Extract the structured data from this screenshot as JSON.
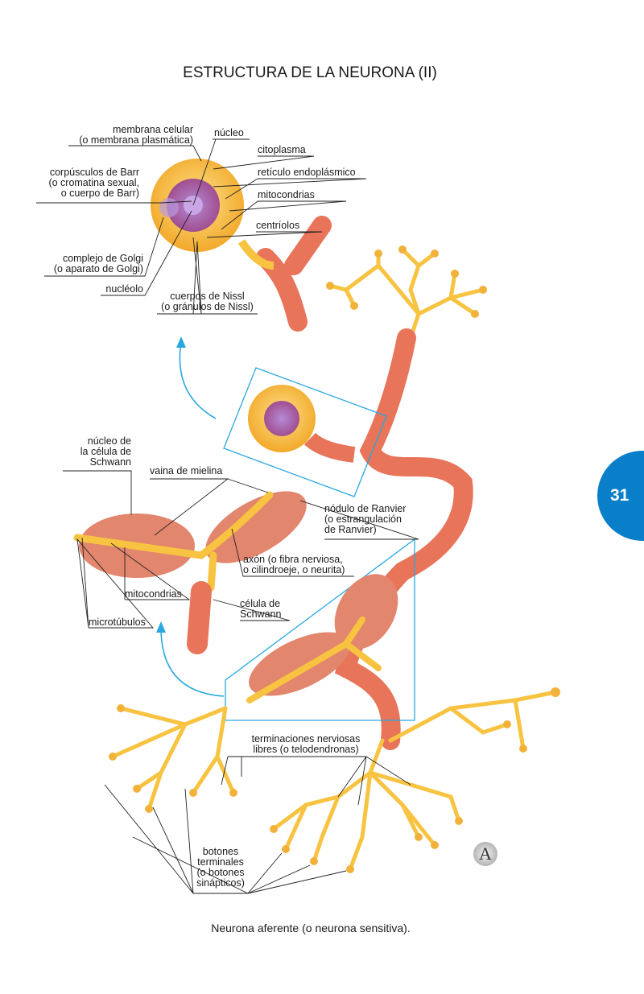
{
  "title": "ESTRUCTURA DE LA NEURONA (II)",
  "caption": "Neurona aferente (o neurona sensitiva).",
  "page_number": "31",
  "logo_letter": "A",
  "colors": {
    "accent_blue": "#0a7fc9",
    "box_blue": "#29a8e0",
    "axon_orange": "#e8745a",
    "dendrite_yellow": "#f7c341",
    "cell_yellow": "#f9c24a"
  },
  "labels": {
    "membrana": [
      "membrana celular",
      "(o membrana plasmática)"
    ],
    "nucleo": "núcleo",
    "citoplasma": "citoplasma",
    "barr": [
      "corpúsculos de Barr",
      "(o cromatina sexual,",
      "o cuerpo de Barr)"
    ],
    "reticulo": "retículo endoplásmico",
    "mitocondrias_top": "mitocondrias",
    "centriolos": "centríolos",
    "golgi": [
      "complejo de Golgi",
      "(o aparato de Golgi)"
    ],
    "nucleolo": "nucléolo",
    "nissl": [
      "cuerpos de Nissl",
      "(o gránulos de Nissl)"
    ],
    "nucleo_schwann": [
      "núcleo de",
      "la célula de",
      "Schwann"
    ],
    "vaina": "vaina de mielina",
    "ranvier": [
      "nódulo de Ranvier",
      "(o estrangulación",
      "de Ranvier)"
    ],
    "axon": [
      "axón (o fibra nerviosa,",
      "o cilindroeje, o neurita)"
    ],
    "mitocondrias_mid": "mitocondrias",
    "celula_schwann": [
      "célula de",
      "Schwann"
    ],
    "microtubulos": "microtúbulos",
    "terminaciones": [
      "terminaciones nerviosas",
      "libres (o telodendronas)"
    ],
    "botones": [
      "botones",
      "terminales",
      "(o botones",
      "sinápticos)"
    ]
  }
}
